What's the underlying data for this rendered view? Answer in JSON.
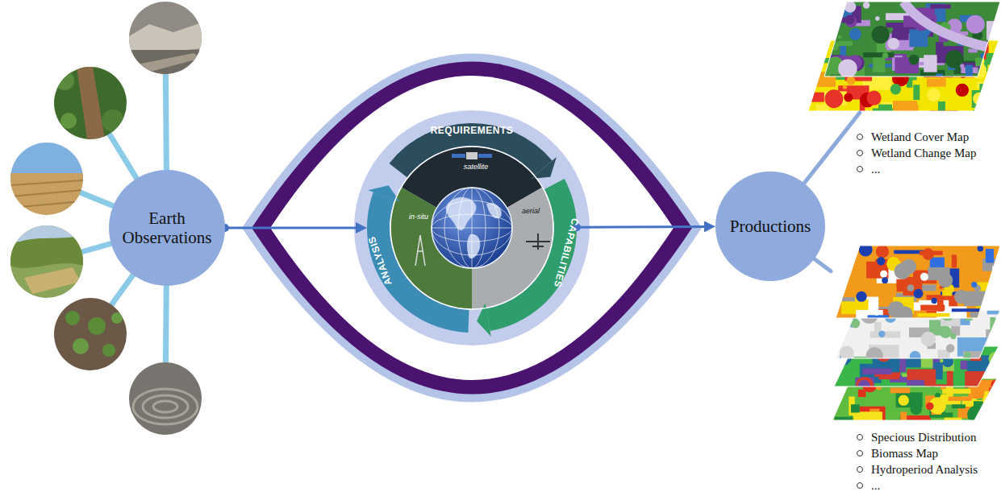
{
  "diagram": {
    "nodes": [
      {
        "text": [
          "Earth Observations"
        ]
      },
      {
        "text": [
          "REQUIREMENTS",
          "CAPABILITIES",
          "ANALYSIS",
          "satellite",
          "aerial",
          "in-situ"
        ]
      },
      {
        "text": [
          "Productions"
        ]
      },
      {
        "text": [
          "Wetland Cover Map",
          "Wetland Change Map",
          "..."
        ]
      },
      {
        "text": [
          "Specious Distribution",
          "Biomass Map",
          "Hydroperiod Analysis",
          "..."
        ]
      }
    ],
    "edges": [
      {
        "from": 0,
        "to": 1,
        "arrow": "to"
      },
      {
        "from": 1,
        "to": 2,
        "arrow": "to"
      },
      {
        "from": 2,
        "to": 3,
        "arrow": "none"
      },
      {
        "from": 2,
        "to": 4,
        "arrow": "none"
      }
    ]
  }
}
